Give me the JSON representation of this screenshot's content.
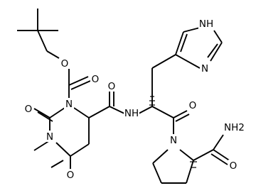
{
  "molecule": {
    "atom_labels": [
      {
        "id": "o-ester",
        "text": "O"
      },
      {
        "id": "o-carbamate",
        "text": "O"
      },
      {
        "id": "n-ring-1",
        "text": "N"
      },
      {
        "id": "o-urea",
        "text": "O"
      },
      {
        "id": "n-methyl",
        "text": "N"
      },
      {
        "id": "o-ring-keto",
        "text": "O"
      },
      {
        "id": "o-amide-1",
        "text": "O"
      },
      {
        "id": "nh-amide",
        "text": "NH"
      },
      {
        "id": "o-amide-2",
        "text": "O"
      },
      {
        "id": "n-pyrrolidine",
        "text": "N"
      },
      {
        "id": "nh2-amide",
        "text": "NH2"
      },
      {
        "id": "o-amide-3",
        "text": "O"
      },
      {
        "id": "nh-imidazole",
        "text": "NH"
      },
      {
        "id": "n-imidazole",
        "text": "N"
      }
    ]
  }
}
